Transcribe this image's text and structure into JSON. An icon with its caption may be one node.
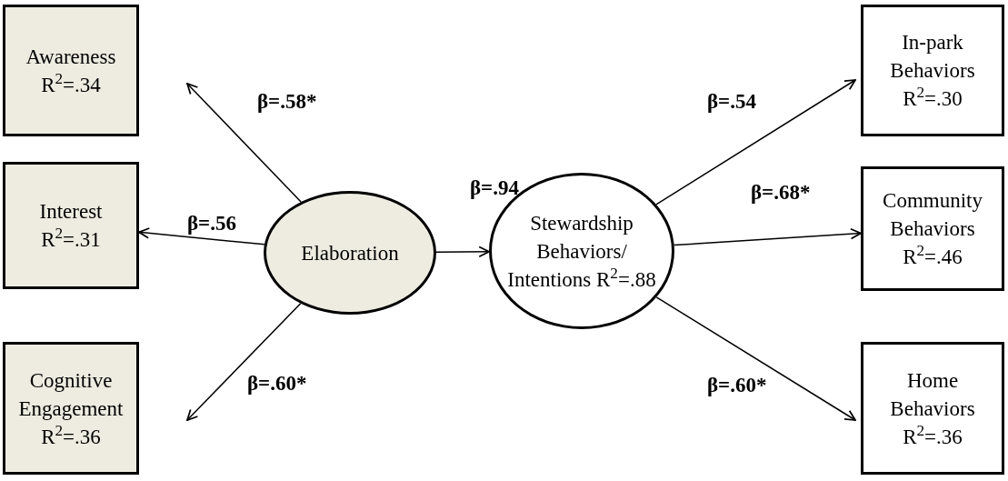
{
  "diagram": {
    "nodes": [
      {
        "text": [
          "Awareness R$^{2}$=.34"
        ]
      },
      {
        "text": [
          "Interest R$^{2}$=.31"
        ]
      },
      {
        "text": [
          "Cognitive Engagement R$^{2}$=.36"
        ]
      },
      {
        "text": [
          "Elaboration"
        ]
      },
      {
        "text": [
          "Stewardship Behaviors/ Intentions R$^{2}$=.88"
        ]
      },
      {
        "text": [
          "In-park Behaviors R$^{2}$=.30"
        ]
      },
      {
        "text": [
          "Community Behaviors R$^{2}$=.46"
        ]
      },
      {
        "text": [
          "Home Behaviors R$^{2}$=.36"
        ]
      }
    ],
    "edges": [
      {
        "from": 3,
        "to": 0,
        "arrow": "to",
        "label": "β=.58*"
      },
      {
        "from": 3,
        "to": 1,
        "arrow": "to",
        "label": "β=.56"
      },
      {
        "from": 3,
        "to": 2,
        "arrow": "to",
        "label": "β=.60*"
      },
      {
        "from": 3,
        "to": 4,
        "arrow": "to",
        "label": "β=.94"
      },
      {
        "from": 4,
        "to": 5,
        "arrow": "to",
        "label": "β=.54"
      },
      {
        "from": 4,
        "to": 6,
        "arrow": "to",
        "label": "β=.68*"
      },
      {
        "from": 4,
        "to": 7,
        "arrow": "to",
        "label": "β=.60*"
      }
    ]
  }
}
